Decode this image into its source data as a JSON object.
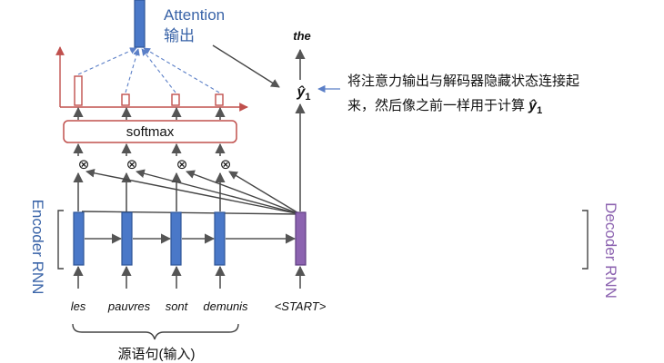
{
  "attention_label": "Attention",
  "attention_sub": "输出",
  "output_word": "the",
  "output_symbol": "ŷ",
  "output_sub": "1",
  "annotation_line1": "将注意力输出与解码器隐藏状态连接起",
  "annotation_line2": "来，然后像之前一样用于计算 ",
  "annotation_symbol": "ŷ",
  "annotation_sub": "1",
  "softmax_label": "softmax",
  "multiply_symbol": "⊗",
  "encoder_label": "Encoder RNN",
  "decoder_label": "Decoder RNN",
  "source_words": [
    "les",
    "pauvres",
    "sont",
    "demunis"
  ],
  "start_token": "<START>",
  "source_brace_label": "源语句(输入)",
  "colors": {
    "encoder_blue": "#4a78c8",
    "decoder_purple": "#8c63b0",
    "softmax_red": "#c0504d",
    "label_blue": "#3a64a8"
  }
}
